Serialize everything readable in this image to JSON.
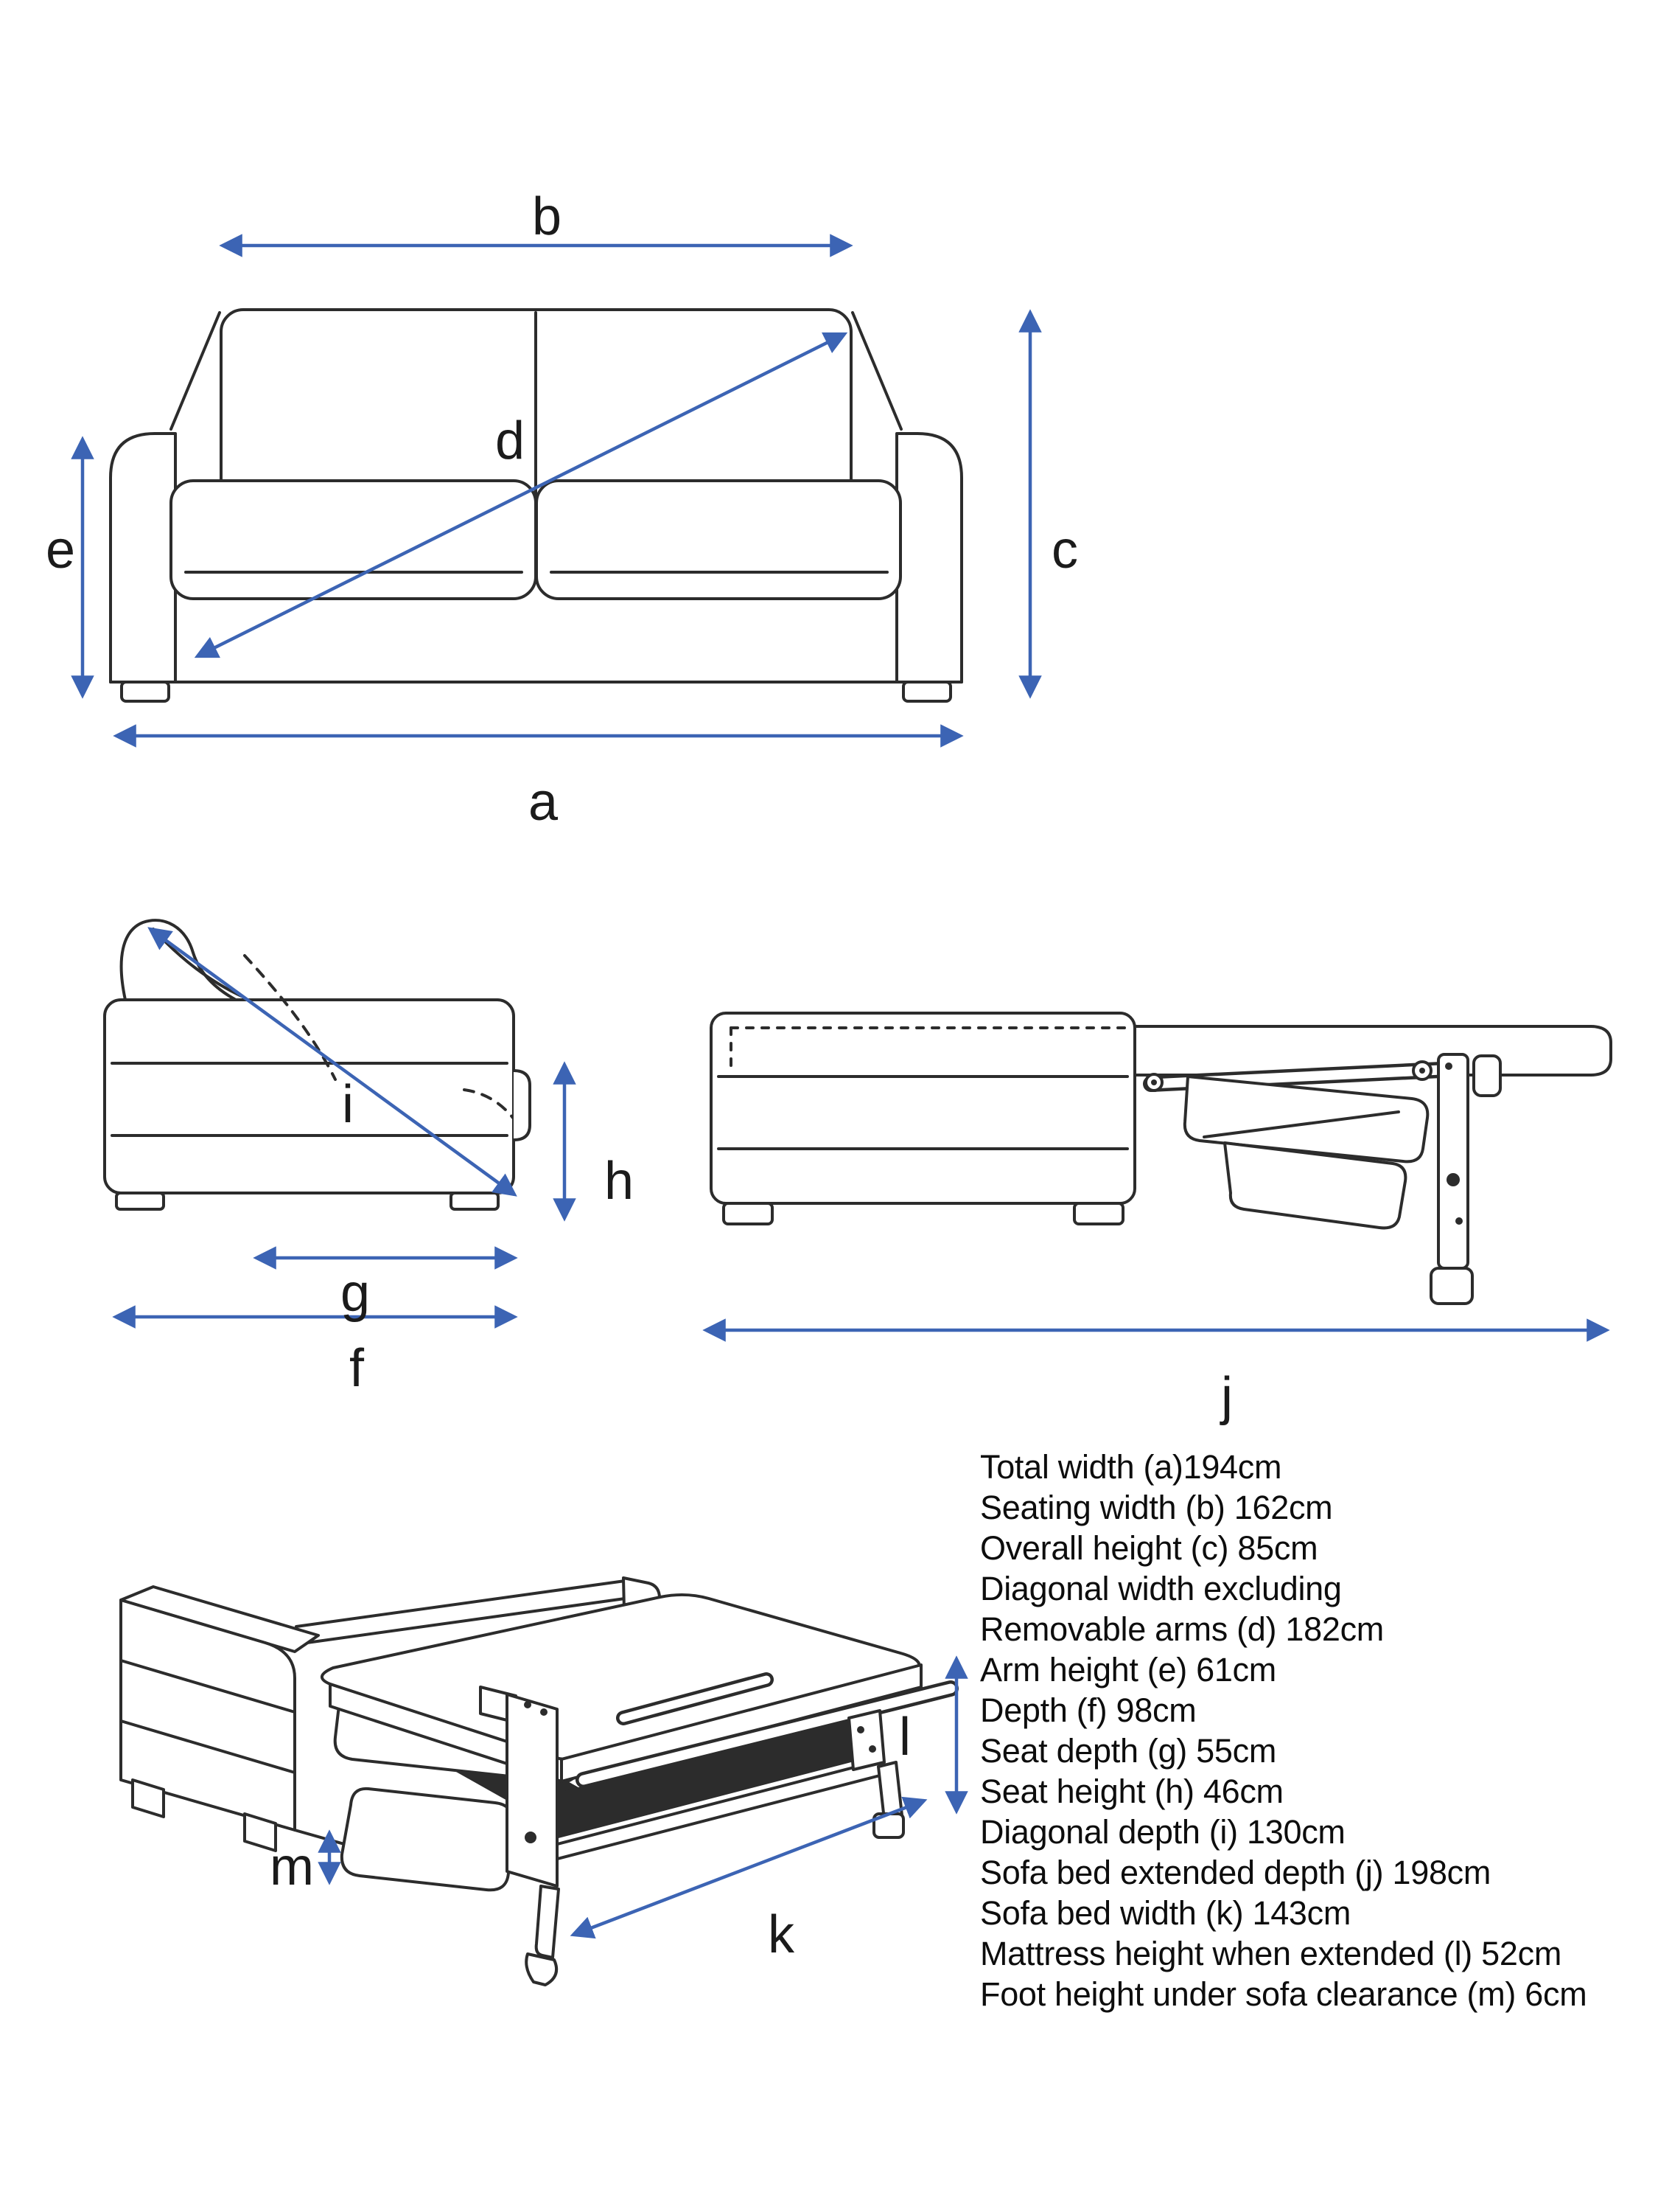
{
  "colors": {
    "arrow_blue": "#3c64b4",
    "line_dark": "#2c2c2c",
    "text_black": "#0d0d0d",
    "background": "#ffffff"
  },
  "dimension_labels": {
    "a": "a",
    "b": "b",
    "c": "c",
    "d": "d",
    "e": "e",
    "f": "f",
    "g": "g",
    "h": "h",
    "i": "i",
    "j": "j",
    "k": "k",
    "l": "l",
    "m": "m"
  },
  "dimension_list": {
    "lines": [
      "Total width (a)194cm",
      "Seating width (b) 162cm",
      "Overall height (c) 85cm",
      "Diagonal width excluding",
      "Removable arms (d) 182cm",
      "Arm height (e) 61cm",
      "Depth (f) 98cm",
      "Seat depth (g) 55cm",
      "Seat height (h) 46cm",
      "Diagonal depth (i) 130cm",
      "Sofa bed extended depth (j) 198cm",
      "Sofa bed width (k) 143cm",
      "Mattress height when extended (l) 52cm",
      "Foot height under sofa clearance (m) 6cm"
    ]
  }
}
